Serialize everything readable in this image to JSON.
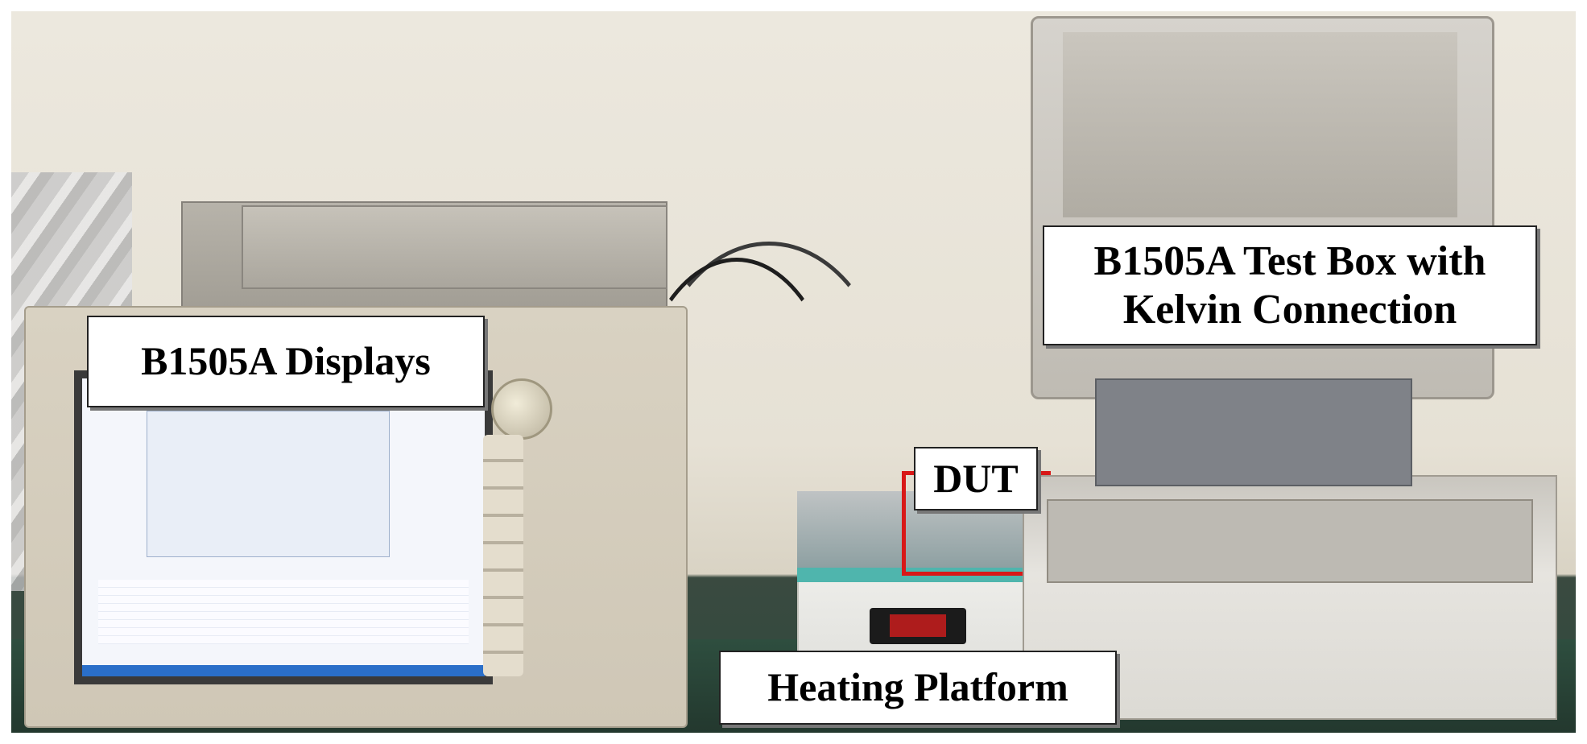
{
  "labels": {
    "b1505a_displays": "B1505A Displays",
    "test_box_line1": "B1505A Test Box with",
    "test_box_line2": "Kelvin Connection",
    "dut": "DUT",
    "heating_platform": "Heating Platform"
  },
  "colors": {
    "dut_highlight": "#d81818",
    "label_background": "#ffffff",
    "label_text": "#000000"
  }
}
